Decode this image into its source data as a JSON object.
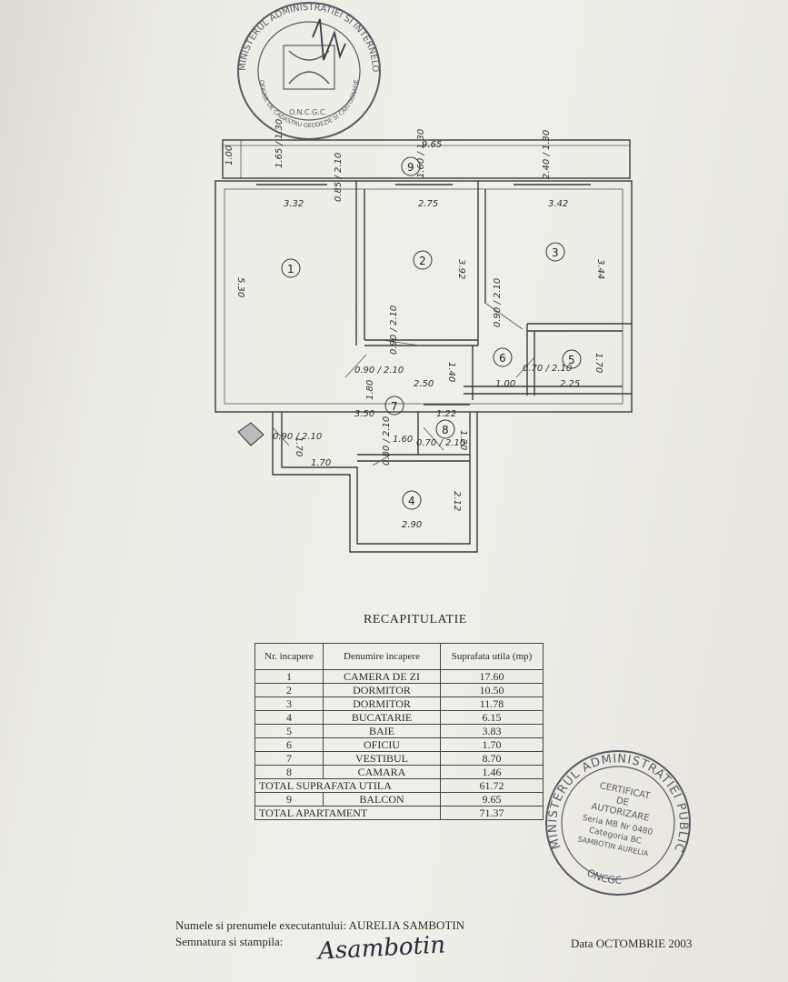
{
  "plan": {
    "total_width": "9.65",
    "balcony_depth": "1.00",
    "rooms": [
      "1",
      "2",
      "3",
      "4",
      "5",
      "6",
      "7",
      "8",
      "9"
    ],
    "dims": {
      "r1_width": "3.32",
      "r1_height": "5.30",
      "r2_width": "2.75",
      "r2_height": "3.92",
      "r3_width": "3.42",
      "r3_height": "3.44",
      "r4_width": "2.90",
      "r4_height": "2.12",
      "r5_width": "2.25",
      "r5_height": "1.70",
      "corridor_a": "2.50",
      "corridor_b": "1.00",
      "vest_width": "3.50",
      "vest_h": "1.40",
      "cam_w": "1.22",
      "cam_h": "1.20",
      "kitchen_left": "1.70",
      "entry_h": "1.70",
      "k_seg": "1.60",
      "win1": "1.65 / 1.30",
      "win2": "1.60 / 1.30",
      "win3": "2.40 / 1.30",
      "door_a": "0.85 / 2.10",
      "door_b": "0.90 / 2.10",
      "door_c": "0.90 / 2.10",
      "door_d": "0.90 / 2.10",
      "door_e": "0.70 / 2.10",
      "door_f": "0.90 / 2.10",
      "door_g": "0.80 / 2.10",
      "door_h": "0.70 / 2.10",
      "small_1": "1.80"
    }
  },
  "recap": {
    "title": "RECAPITULATIE",
    "headers": [
      "Nr. incapere",
      "Denumire incapere",
      "Suprafata utila (mp)"
    ],
    "rows": [
      [
        "1",
        "CAMERA DE ZI",
        "17.60"
      ],
      [
        "2",
        "DORMITOR",
        "10.50"
      ],
      [
        "3",
        "DORMITOR",
        "11.78"
      ],
      [
        "4",
        "BUCATARIE",
        "6.15"
      ],
      [
        "5",
        "BAIE",
        "3.83"
      ],
      [
        "6",
        "OFICIU",
        "1.70"
      ],
      [
        "7",
        "VESTIBUL",
        "8.70"
      ],
      [
        "8",
        "CAMARA",
        "1.46"
      ]
    ],
    "total_util_label": "TOTAL SUPRAFATA UTILA",
    "total_util": "61.72",
    "balcon": [
      "9",
      "BALCON",
      "9.65"
    ],
    "total_apt_label": "TOTAL APARTAMENT",
    "total_apt": "71.37"
  },
  "footer": {
    "executant": "Numele si prenumele executantului: AURELIA SAMBOTIN",
    "semnatura": "Semnatura si stampila:",
    "signature": "Asambotin",
    "date": "Data OCTOMBRIE 2003"
  },
  "stamps": {
    "bottom": {
      "ring": "MINISTERUL ADMINISTRATIEI PUBLICE",
      "bottom": "ONCGC",
      "line1": "CERTIFICAT",
      "line2": "DE",
      "line3": "AUTORIZARE",
      "line4": "Seria MB Nr 0480",
      "line5": "Categoria BC",
      "line6": "SAMBOTIN AURELIA"
    },
    "top": {
      "ring": "MINISTERUL ADMINISTRATIEI SI INTERNELOR",
      "ring2": "OFICIUL DE CADASTRU GEODEZIE SI CARTOGRAFIE MUNICIPIUL BUCURESTI",
      "bottom": "O.N.C.G.C."
    },
    "colors": {
      "ink": "#5a5a66"
    }
  }
}
